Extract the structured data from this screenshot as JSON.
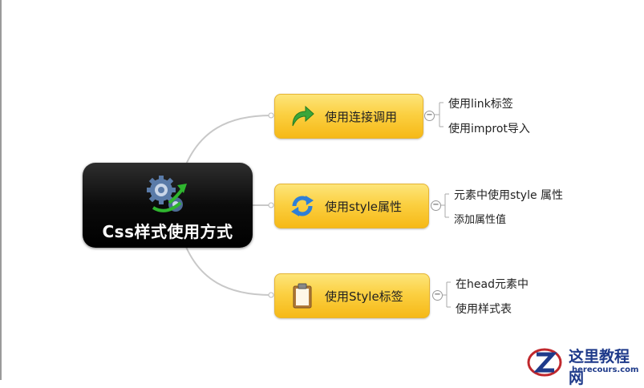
{
  "root": {
    "title": "Css样式使用方式",
    "icon": "gears-arrow-icon"
  },
  "branches": [
    {
      "label": "使用连接调用",
      "icon": "green-arrow-icon",
      "leaves": [
        "使用link标签",
        "使用improt导入"
      ]
    },
    {
      "label": "使用style属性",
      "icon": "refresh-arrows-icon",
      "leaves": [
        "元素中使用style 属性",
        "添加属性值"
      ]
    },
    {
      "label": "使用Style标签",
      "icon": "clipboard-icon",
      "leaves": [
        "在head元素中",
        "使用样式表"
      ]
    }
  ],
  "collapse_symbol": "−",
  "watermark": {
    "name": "这里教程网",
    "url": "herecours.com"
  },
  "colors": {
    "root_bg": "#000000",
    "branch_bg": "#fbd042",
    "connector": "#c8c8c8"
  }
}
